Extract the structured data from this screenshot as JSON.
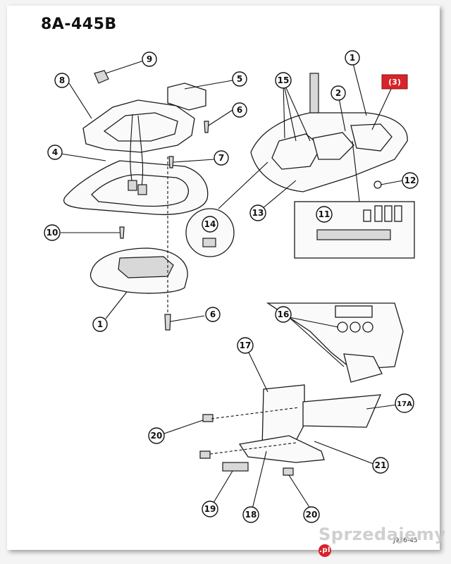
{
  "diagram": {
    "code": "8A-445B",
    "highlight_label": "(3)",
    "page_ref": "J936-45",
    "callouts": [
      {
        "id": "c1a",
        "label": "1"
      },
      {
        "id": "c1b",
        "label": "1"
      },
      {
        "id": "c2",
        "label": "2"
      },
      {
        "id": "c4",
        "label": "4"
      },
      {
        "id": "c5",
        "label": "5"
      },
      {
        "id": "c6a",
        "label": "6"
      },
      {
        "id": "c6b",
        "label": "6"
      },
      {
        "id": "c7",
        "label": "7"
      },
      {
        "id": "c8",
        "label": "8"
      },
      {
        "id": "c9",
        "label": "9"
      },
      {
        "id": "c10",
        "label": "10"
      },
      {
        "id": "c11",
        "label": "11"
      },
      {
        "id": "c12",
        "label": "12"
      },
      {
        "id": "c13",
        "label": "13"
      },
      {
        "id": "c14",
        "label": "14"
      },
      {
        "id": "c15",
        "label": "15"
      },
      {
        "id": "c16",
        "label": "16"
      },
      {
        "id": "c17",
        "label": "17"
      },
      {
        "id": "c17a",
        "label": "17A"
      },
      {
        "id": "c18",
        "label": "18"
      },
      {
        "id": "c19",
        "label": "19"
      },
      {
        "id": "c20a",
        "label": "20"
      },
      {
        "id": "c20b",
        "label": "20"
      },
      {
        "id": "c21",
        "label": "21"
      }
    ]
  },
  "watermark": {
    "text": "Sprzedajemy",
    "tld": ".pl"
  }
}
